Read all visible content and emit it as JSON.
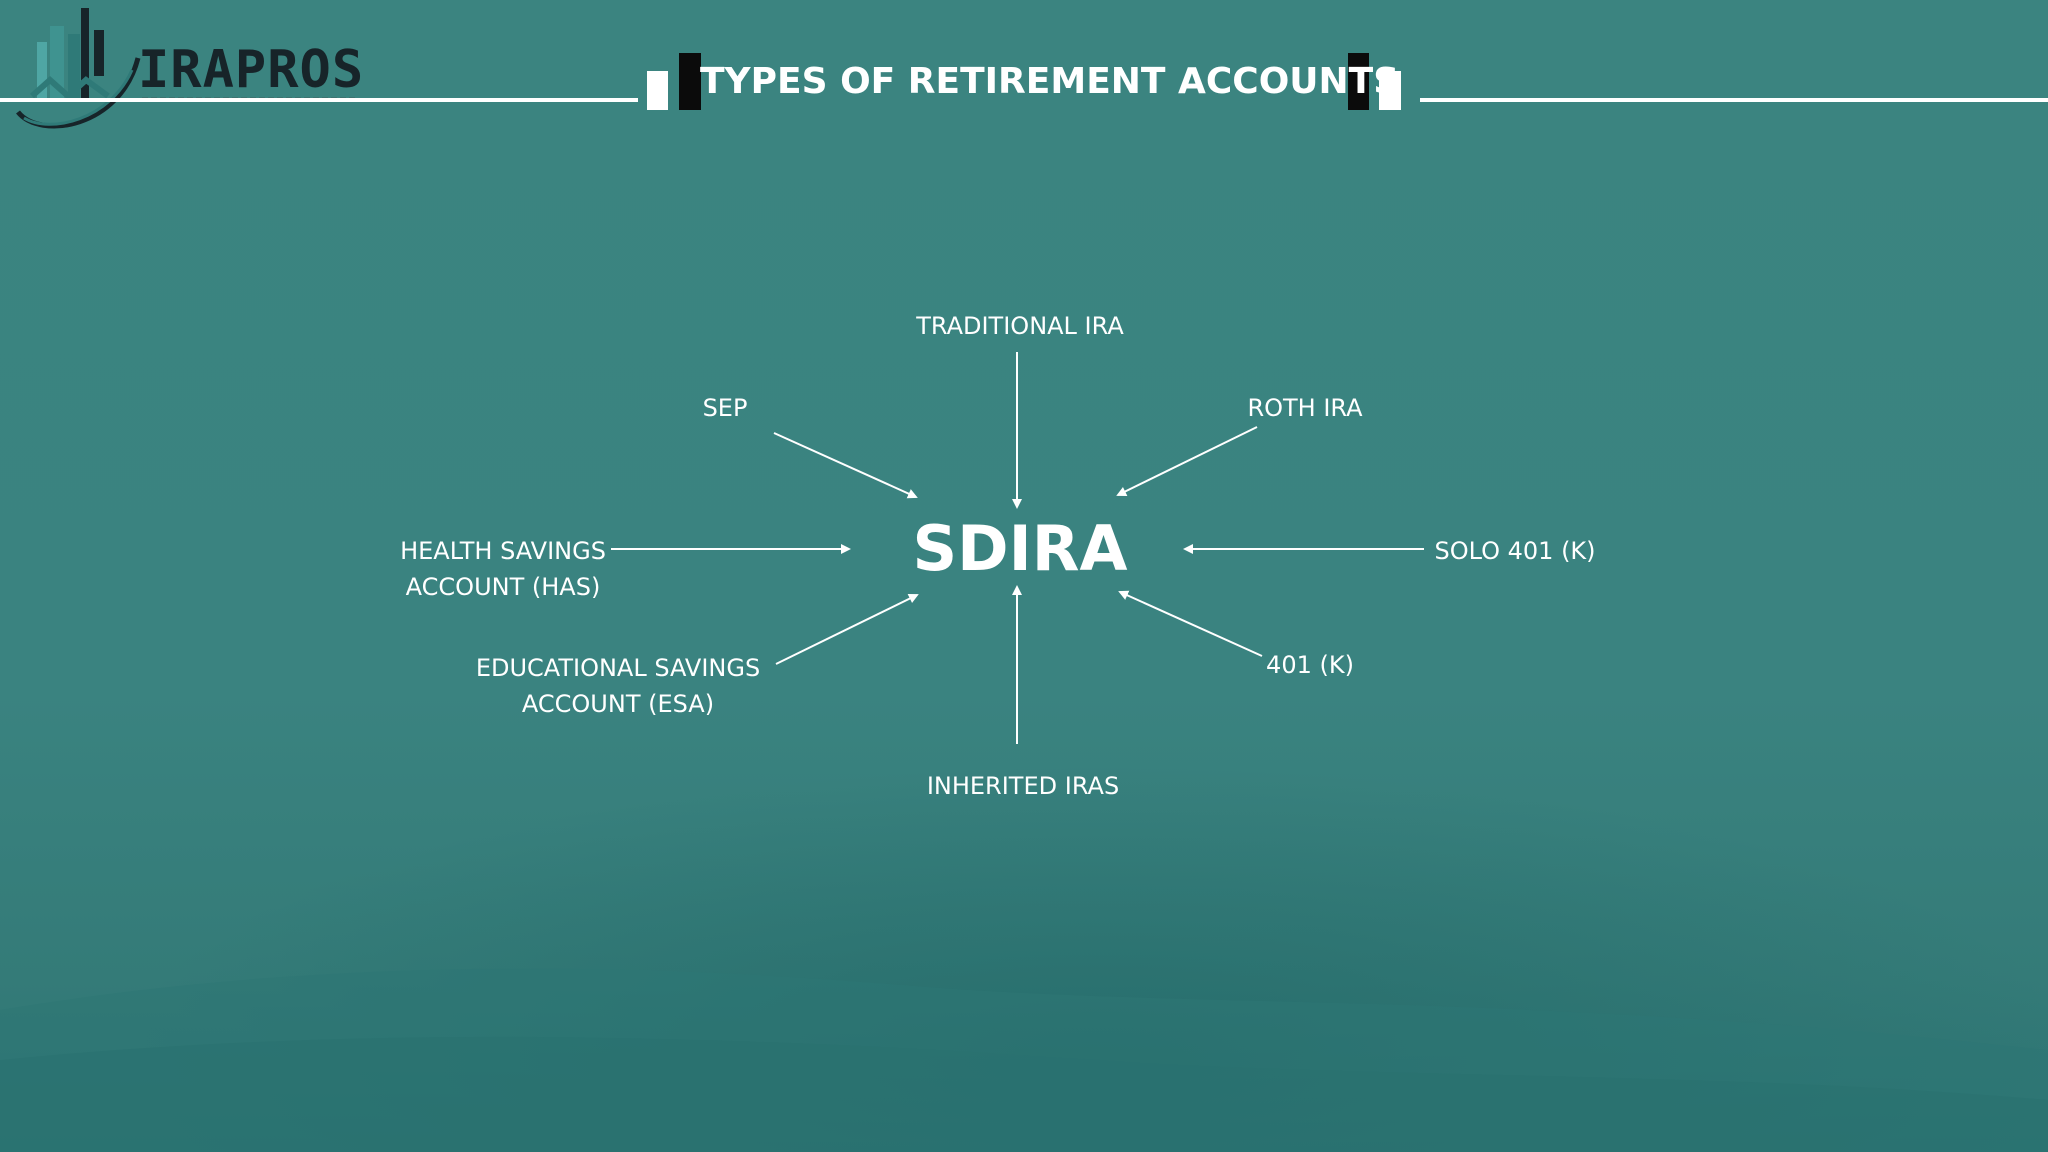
{
  "header": {
    "title": "TYPES OF RETIREMENT ACCOUNTS"
  },
  "logo": {
    "text": "IRAPROS"
  },
  "colors": {
    "background": "#3a8380",
    "text": "#ffffff",
    "accent_dark": "#0b0b0b",
    "logo_text": "#172429"
  },
  "diagram": {
    "center": "SDIRA",
    "nodes": [
      {
        "id": "traditional",
        "label": "TRADITIONAL IRA",
        "direction": "top"
      },
      {
        "id": "sep",
        "label": "SEP",
        "direction": "top-left"
      },
      {
        "id": "roth",
        "label": "ROTH IRA",
        "direction": "top-right"
      },
      {
        "id": "health",
        "label": "HEALTH SAVINGS\nACCOUNT (HAS)",
        "direction": "left"
      },
      {
        "id": "solo",
        "label": "SOLO 401 (K)",
        "direction": "right"
      },
      {
        "id": "educational",
        "label": "EDUCATIONAL SAVINGS\nACCOUNT (ESA)",
        "direction": "bottom-left"
      },
      {
        "id": "401k",
        "label": "401 (K)",
        "direction": "bottom-right"
      },
      {
        "id": "inherited",
        "label": "INHERITED IRAS",
        "direction": "bottom"
      }
    ]
  }
}
